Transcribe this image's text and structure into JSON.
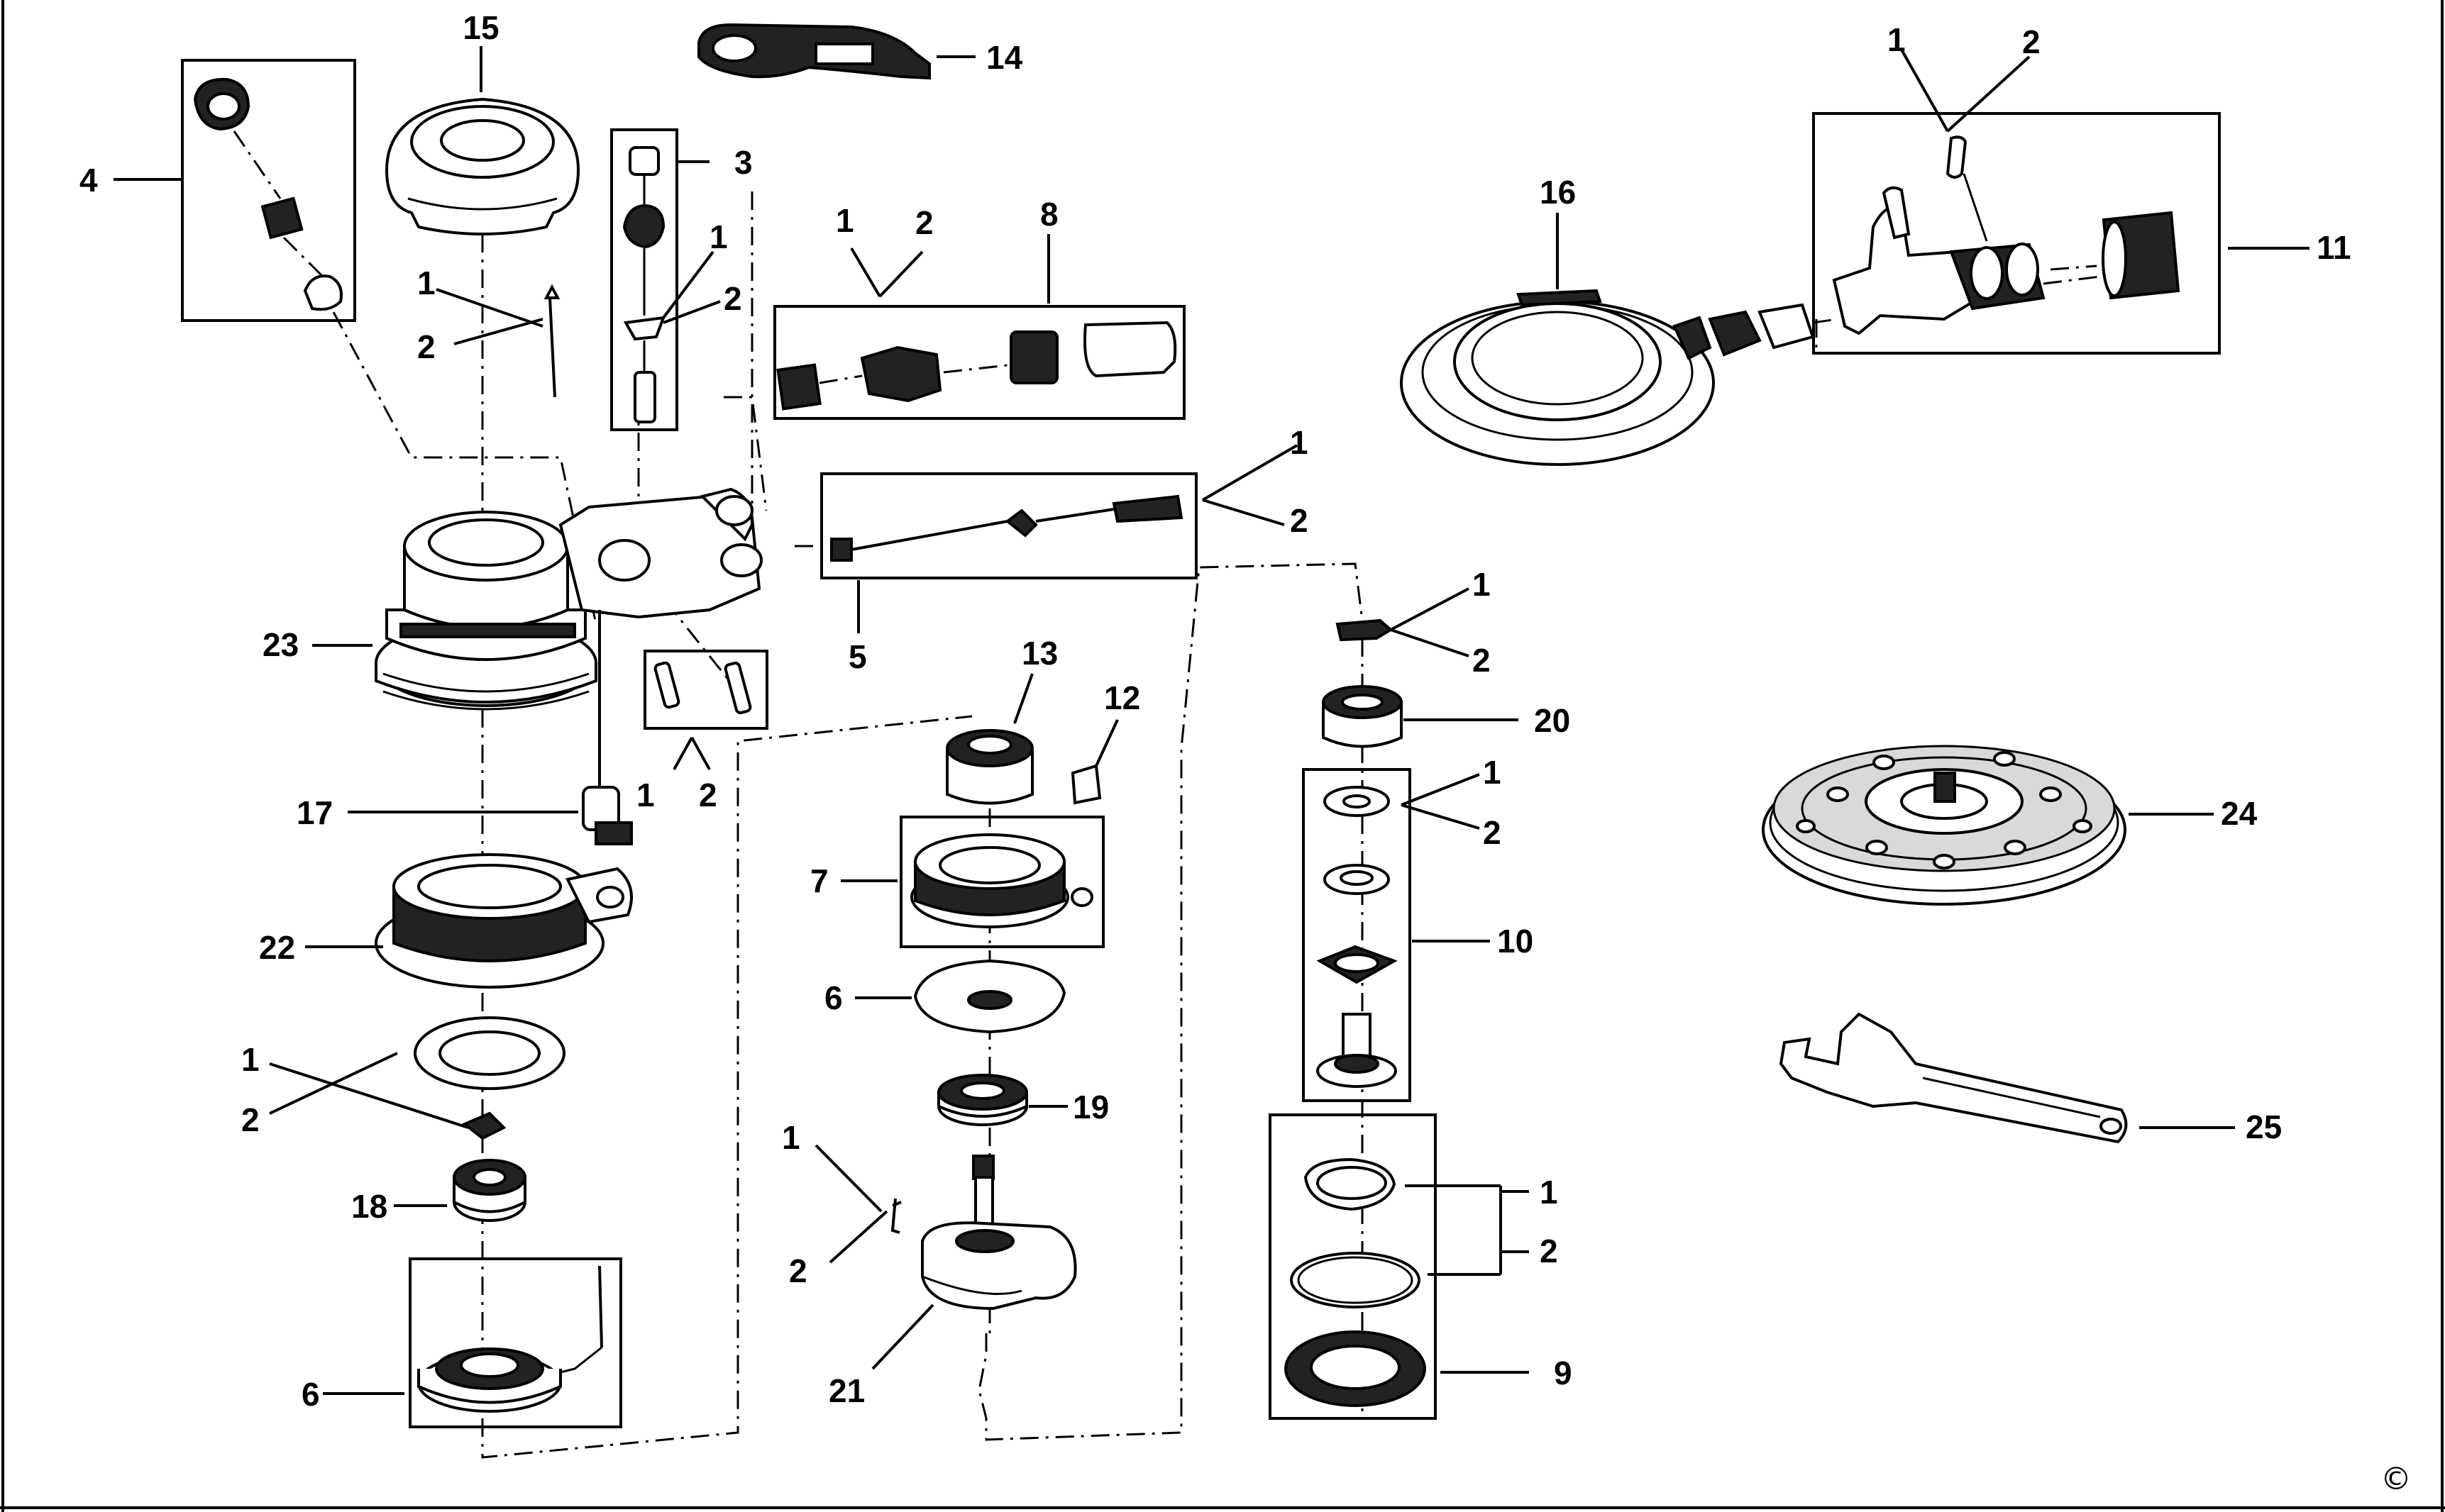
{
  "parts": {
    "p1": "1",
    "p2": "2",
    "p3": "3",
    "p4": "4",
    "p5": "5",
    "p6": "6",
    "p7": "7",
    "p8": "8",
    "p9": "9",
    "p10": "10",
    "p11": "11",
    "p12": "12",
    "p13": "13",
    "p14": "14",
    "p15": "15",
    "p16": "16",
    "p17": "17",
    "p18": "18",
    "p19": "19",
    "p20": "20",
    "p21": "21",
    "p22": "22",
    "p23": "23",
    "p24": "24",
    "p25": "25"
  },
  "copyright": "©"
}
